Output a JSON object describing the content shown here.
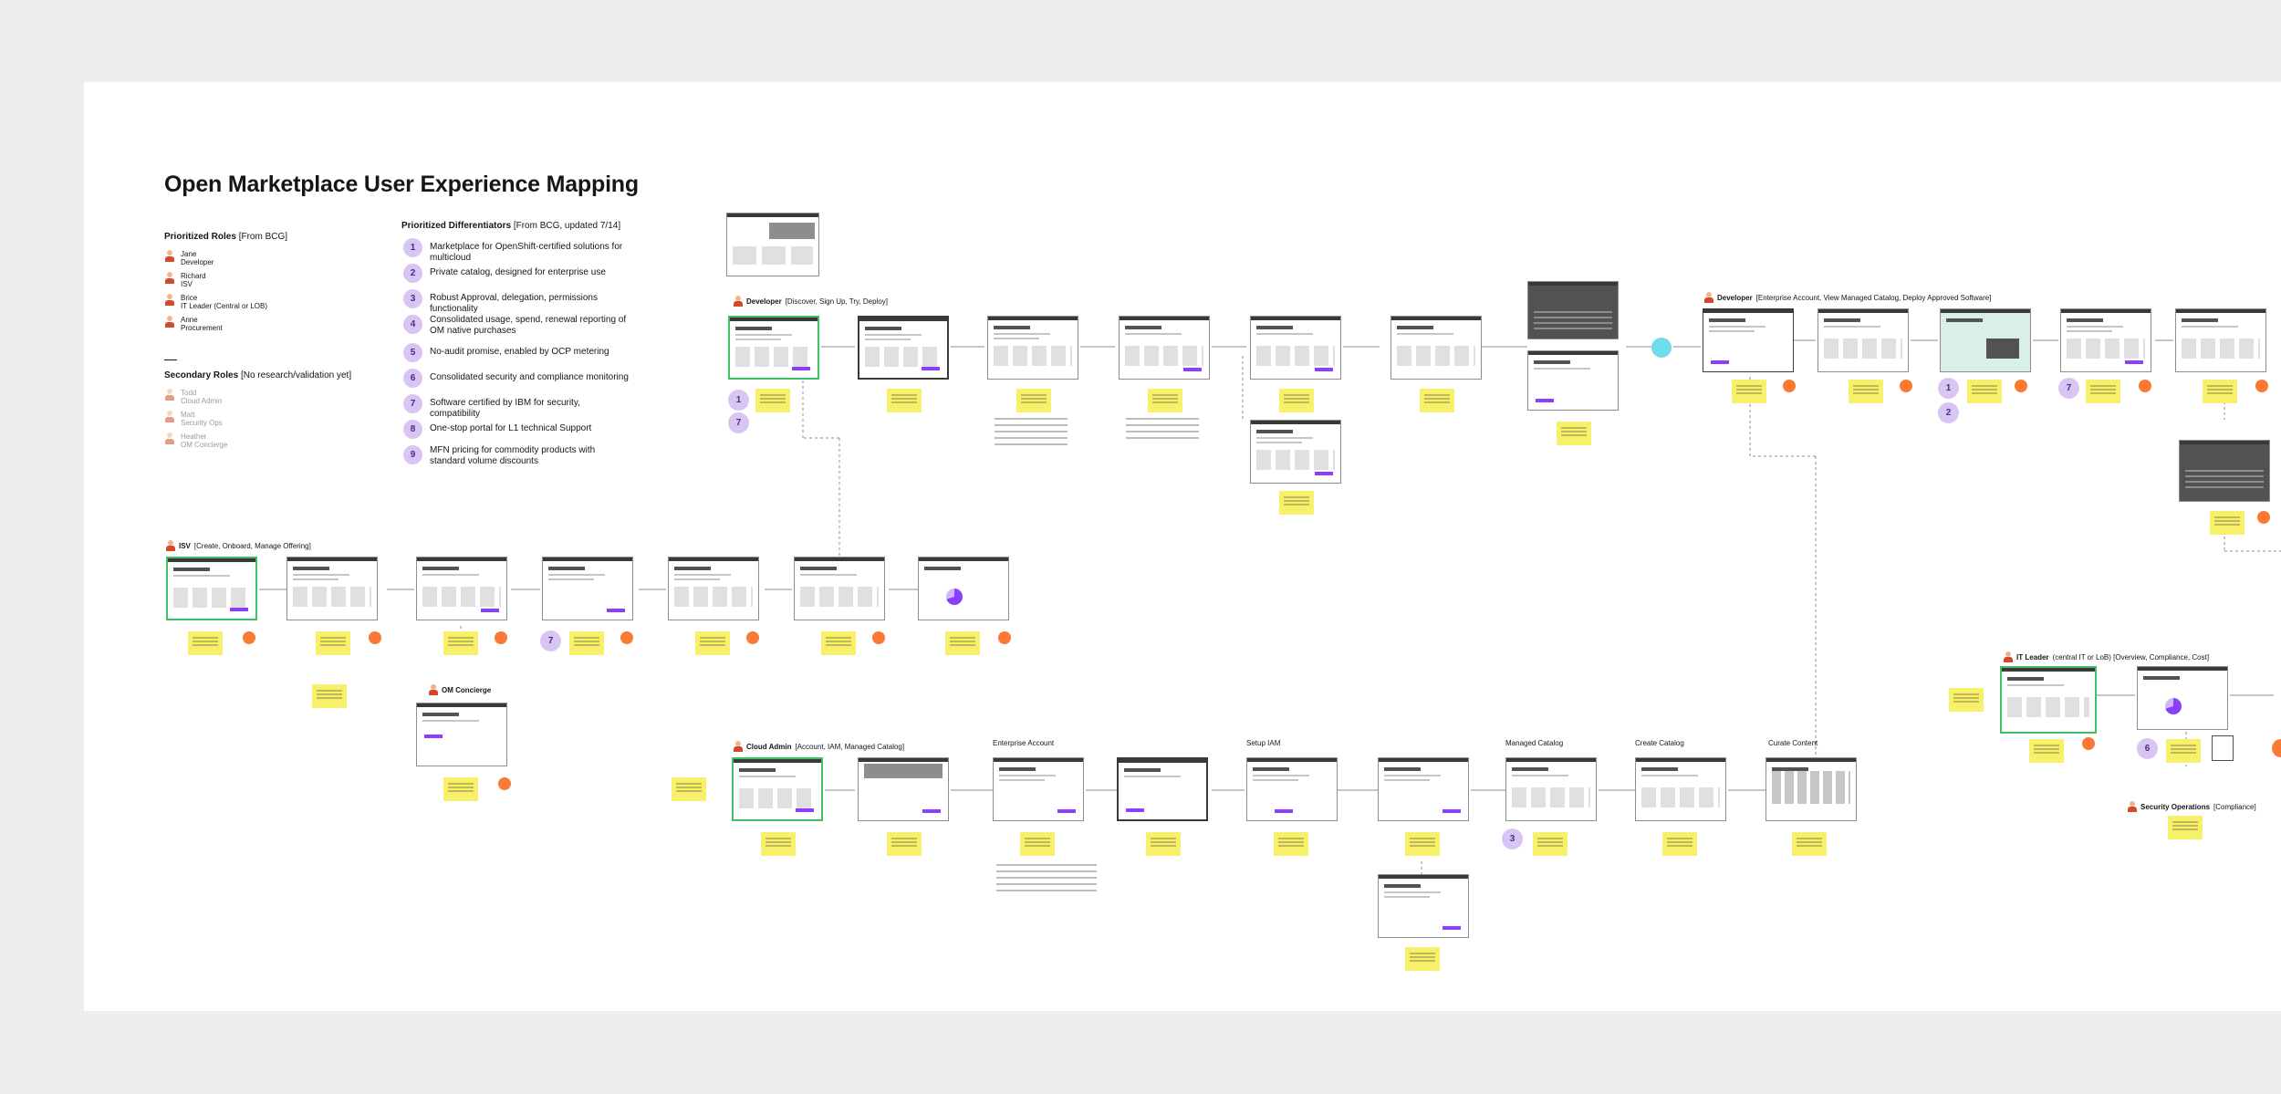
{
  "title": "Open Marketplace User Experience Mapping",
  "prioritized_roles": {
    "heading": "Prioritized Roles",
    "heading_note": "[From BCG]",
    "roles": [
      {
        "name": "Jane",
        "role": "Developer"
      },
      {
        "name": "Richard",
        "role": "ISV"
      },
      {
        "name": "Brice",
        "role": "IT Leader (Central or LOB)"
      },
      {
        "name": "Anne",
        "role": "Procurement"
      }
    ]
  },
  "secondary_roles": {
    "heading": "Secondary Roles",
    "heading_note": "[No research/validation yet]",
    "roles": [
      {
        "name": "Todd",
        "role": "Cloud Admin"
      },
      {
        "name": "Matt",
        "role": "Security Ops"
      },
      {
        "name": "Heather",
        "role": "OM Concierge"
      }
    ]
  },
  "differentiators": {
    "heading": "Prioritized Differentiators",
    "heading_note": "[From BCG, updated 7/14]",
    "items": [
      {
        "n": "1",
        "text": "Marketplace for OpenShift-certified solutions for multicloud"
      },
      {
        "n": "2",
        "text": "Private catalog, designed for enterprise use"
      },
      {
        "n": "3",
        "text": "Robust Approval, delegation, permissions functionality"
      },
      {
        "n": "4",
        "text": "Consolidated usage, spend, renewal reporting of OM native purchases"
      },
      {
        "n": "5",
        "text": "No-audit promise, enabled by OCP metering"
      },
      {
        "n": "6",
        "text": "Consolidated security and compliance monitoring"
      },
      {
        "n": "7",
        "text": "Software certified by IBM for security, compatibility"
      },
      {
        "n": "8",
        "text": "One-stop portal for L1 technical Support"
      },
      {
        "n": "9",
        "text": "MFN pricing for commodity products with standard volume discounts"
      }
    ]
  },
  "flows": {
    "developer": {
      "role": "Developer",
      "note": "[Discover, Sign Up, Try, Deploy]"
    },
    "developer_enterprise": {
      "role": "Developer",
      "note": "[Enterprise Account, View Managed Catalog, Deploy Approved Software]"
    },
    "isv": {
      "role": "ISV",
      "note": "[Create, Onboard, Manage Offering]"
    },
    "om_concierge": {
      "role": "OM Concierge",
      "note": ""
    },
    "cloud_admin": {
      "role": "Cloud Admin",
      "note": "[Account, IAM, Managed Catalog]"
    },
    "it_leader": {
      "role": "IT Leader",
      "note": "(central IT or LoB) [Overview, Compliance, Cost]"
    },
    "security_ops": {
      "role": "Security Operations",
      "note": "[Compliance]"
    }
  },
  "step_labels": {
    "enterprise_account": "Enterprise Account",
    "setup_iam": "Setup IAM",
    "managed_catalog": "Managed Catalog",
    "create_catalog": "Create Catalog",
    "curate_content": "Curate Content"
  },
  "badges": {
    "dev_1": "1",
    "dev_7": "7",
    "isv_7": "7",
    "dev2_1": "1",
    "dev2_2": "2",
    "dev2_7": "7",
    "ca_3": "3",
    "it_6": "6"
  },
  "colors": {
    "badge": "#d9c5f3",
    "sticky": "#f7f06b",
    "dot": "#fa7a35",
    "start_screen": "#42be65",
    "accent": "#8a3ffc"
  }
}
